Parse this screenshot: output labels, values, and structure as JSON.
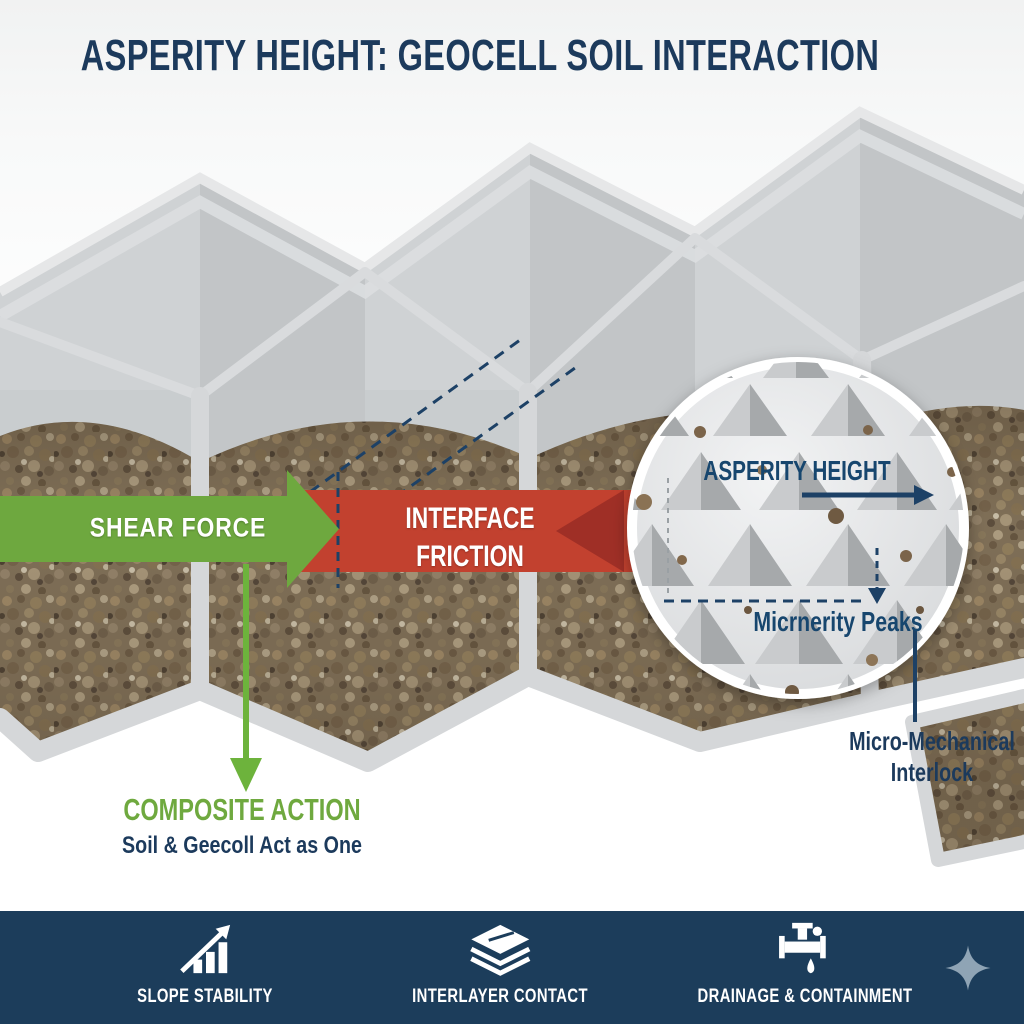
{
  "title": "ASPERITY HEIGHT: GEOCELL SOIL INTERACTION",
  "diagram": {
    "shear_arrow_label": "SHEAR FORCE",
    "friction_label_line1": "INTERFACE",
    "friction_label_line2": "FRICTION",
    "composite_heading": "COMPOSITE ACTION",
    "composite_subtitle": "Soil & Geecoll Act as One",
    "inset_heading": "ASPERITY HEIGHT",
    "inset_caption": "Micrnerity Peaks",
    "interlock_line1": "Micro-Mechanical",
    "interlock_line2": "Interlock"
  },
  "footer": {
    "items": [
      {
        "label": "SLOPE STABILITY",
        "icon": "growth-chart-icon"
      },
      {
        "label": "INTERLAYER CONTACT",
        "icon": "layers-icon"
      },
      {
        "label": "DRAINAGE & CONTAINMENT",
        "icon": "faucet-drop-icon"
      }
    ]
  },
  "colors": {
    "navy_text": "#1c3a5c",
    "annotation_navy": "#1d4166",
    "shear_green": "#6ea83f",
    "composite_green": "#6fa93f",
    "friction_red": "#c2412f",
    "friction_red_dark": "#9f2f26",
    "footer_background": "#1c3d5b",
    "sparkle": "#8fa4b5",
    "geocell_wall_gray": "#d5d7d9"
  }
}
